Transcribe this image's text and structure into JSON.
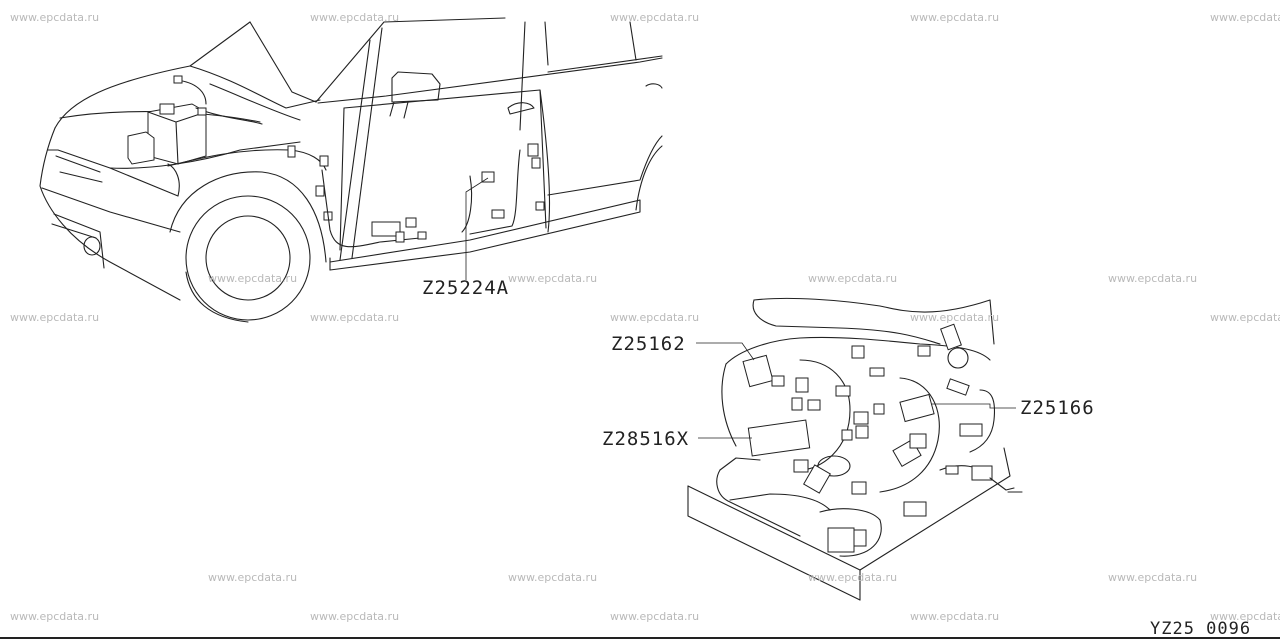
{
  "watermark": {
    "text": "www.epcdata.ru"
  },
  "callouts": [
    {
      "id": "harness-body",
      "label": "Z25224A"
    },
    {
      "id": "harness-seat-upper",
      "label": "Z25162"
    },
    {
      "id": "harness-seat-side",
      "label": "Z25166"
    },
    {
      "id": "seat-module",
      "label": "Z28516X"
    }
  ],
  "illustration_code": "YZ25 0096"
}
